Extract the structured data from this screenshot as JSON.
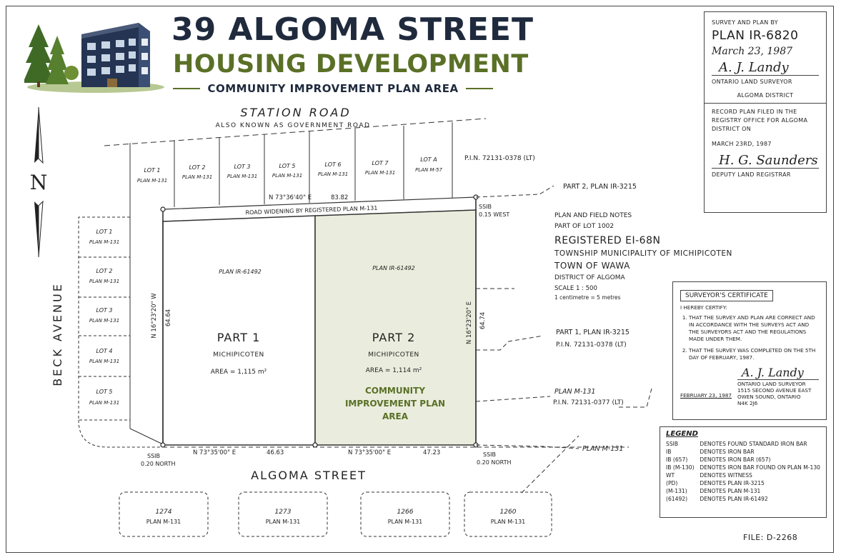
{
  "header": {
    "title": "39 ALGOMA STREET",
    "subtitle": "HOUSING DEVELOPMENT",
    "area_label": "COMMUNITY IMPROVEMENT PLAN AREA"
  },
  "colors": {
    "navy": "#1f2a3d",
    "olive": "#5a7027",
    "part2_fill": "#eaeddd",
    "line": "#333333"
  },
  "north_arrow": {
    "label": "N"
  },
  "streets": {
    "station_road": "STATION ROAD",
    "station_aka": "ALSO KNOWN AS GOVERNMENT ROAD",
    "beck_avenue": "BECK AVENUE",
    "algoma_street": "ALGOMA STREET"
  },
  "top_lots": [
    {
      "lot": "LOT 1",
      "plan": "PLAN M-131"
    },
    {
      "lot": "LOT 2",
      "plan": "PLAN M-131"
    },
    {
      "lot": "LOT 3",
      "plan": "PLAN M-131"
    },
    {
      "lot": "LOT 5",
      "plan": "PLAN M-131"
    },
    {
      "lot": "LOT 6",
      "plan": "PLAN M-131"
    },
    {
      "lot": "LOT 7",
      "plan": "PLAN M-131"
    },
    {
      "lot": "LOT A",
      "plan": "PLAN M-57"
    }
  ],
  "left_lots": [
    {
      "lot": "LOT 1",
      "plan": "PLAN M-131"
    },
    {
      "lot": "LOT 2",
      "plan": "PLAN M-131"
    },
    {
      "lot": "LOT 3",
      "plan": "PLAN M-131"
    },
    {
      "lot": "LOT 4",
      "plan": "PLAN M-131"
    },
    {
      "lot": "LOT 5",
      "plan": "PLAN M-131"
    }
  ],
  "bottom_lots": [
    {
      "lot": "1274",
      "plan": "PLAN M-131"
    },
    {
      "lot": "1273",
      "plan": "PLAN M-131"
    },
    {
      "lot": "1266",
      "plan": "PLAN M-131"
    },
    {
      "lot": "1260",
      "plan": "PLAN M-131"
    }
  ],
  "parcel": {
    "top_bearing": "N 73°36'40\" E",
    "top_distance": "83.82",
    "road_widening": "ROAD WIDENING BY REGISTERED PLAN M-131",
    "left_bearing": "N 16°23'20\" W",
    "left_distance": "64.64",
    "right_bearing": "N 16°23'20\" E",
    "right_distance": "64.74",
    "bottom_bearing_1": "N 73°35'00\" E",
    "bottom_distance_1": "46.63",
    "bottom_bearing_2": "N 73°35'00\" E",
    "bottom_distance_2": "47.23",
    "part1": {
      "plan": "PLAN IR-61492",
      "name": "PART 1",
      "municipality": "MICHIPICOTEN",
      "area": "AREA = 1,115 m²"
    },
    "part2": {
      "plan": "PLAN IR-61492",
      "name": "PART 2",
      "municipality": "MICHIPICOTEN",
      "area": "AREA = 1,114 m²",
      "cip_line1": "COMMUNITY",
      "cip_line2": "IMPROVEMENT PLAN",
      "cip_line3": "AREA"
    }
  },
  "monuments": {
    "ne_label": "SSIB",
    "ne_sub": "0.15 WEST",
    "sw_label": "SSIB",
    "sw_sub": "0.20 NORTH",
    "se_label": "SSIB",
    "se_sub": "0.20 NORTH"
  },
  "callouts": {
    "pin_top": "P.I.N. 72131-0378 (LT)",
    "part2_plan": "PART 2, PLAN IR-3215",
    "part1_plan": "PART 1, PLAN IR-3215",
    "part1_pin": "P.I.N. 72131-0378 (LT)",
    "m131": "PLAN M-131",
    "m131_pin": "P.I.N. 72131-0377 (LT)",
    "plan_m131_right": "PLAN M-131"
  },
  "plan_info": {
    "line1": "PLAN AND FIELD NOTES",
    "line2": "PART OF LOT 1002",
    "registered": "REGISTERED EI-68N",
    "township": "TOWNSHIP MUNICIPALITY OF MICHIPICOTEN",
    "town": "TOWN OF WAWA",
    "district": "DISTRICT OF ALGOMA",
    "scale": "SCALE 1 : 500",
    "scale_note": "1 centimetre = 5 metres"
  },
  "survey_box": {
    "heading": "SURVEY AND PLAN BY",
    "plan_no": "PLAN IR-6820",
    "date": "March 23, 1987",
    "signature": "A. J. Landy",
    "surveyor_title": "ONTARIO LAND SURVEYOR",
    "district": "ALGOMA DISTRICT",
    "record_text": "RECORD PLAN FILED IN THE REGISTRY OFFICE FOR ALGOMA DISTRICT ON",
    "record_date": "MARCH 23RD, 1987",
    "registrar_signature": "H. G. Saunders",
    "registrar_title": "DEPUTY LAND REGISTRAR"
  },
  "certificate": {
    "title": "SURVEYOR'S CERTIFICATE",
    "intro": "I HEREBY CERTIFY:",
    "item1": "THAT THE SURVEY AND PLAN ARE CORRECT AND IN ACCORDANCE WITH THE SURVEYS ACT AND THE SURVEYORS ACT AND THE REGULATIONS MADE UNDER THEM.",
    "item2": "THAT THE SURVEY WAS COMPLETED ON THE 5TH DAY OF FEBRUARY, 1987.",
    "date": "FEBRUARY 23, 1987",
    "signature": "A. J. Landy",
    "title_line": "ONTARIO LAND SURVEYOR",
    "address1": "1515 SECOND AVENUE EAST",
    "address2": "OWEN SOUND, ONTARIO",
    "postal": "N4K 2J6"
  },
  "legend": {
    "title": "LEGEND",
    "items": [
      {
        "code": "SSIB",
        "text": "DENOTES FOUND STANDARD IRON BAR"
      },
      {
        "code": "IB",
        "text": "DENOTES IRON BAR"
      },
      {
        "code": "IB (657)",
        "text": "DENOTES IRON BAR (657)"
      },
      {
        "code": "IB (M-130)",
        "text": "DENOTES IRON BAR FOUND ON PLAN M-130"
      },
      {
        "code": "WT",
        "text": "DENOTES WITNESS"
      },
      {
        "code": "(PD)",
        "text": "DENOTES PLAN IR-3215"
      },
      {
        "code": "(M-131)",
        "text": "DENOTES PLAN M-131"
      },
      {
        "code": "(61492)",
        "text": "DENOTES PLAN IR-61492"
      }
    ]
  },
  "file_no": "FILE: D-2268"
}
